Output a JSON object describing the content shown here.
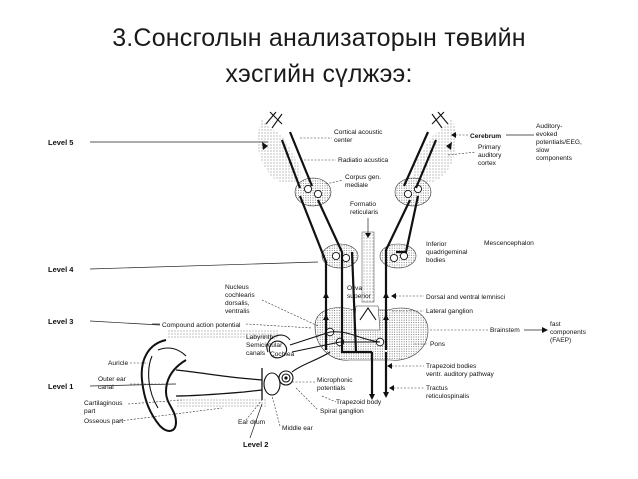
{
  "slide": {
    "title_line1": "3.Сонсголын анализаторын төвийн",
    "title_line2": "хэсгийн сүлжээ:"
  },
  "levels": {
    "level5": "Level 5",
    "level4": "Level 4",
    "level3": "Level 3",
    "level1": "Level 1",
    "level2": "Level 2"
  },
  "labels": {
    "cortical": [
      "Cortical acoustic",
      "center"
    ],
    "radiatio": "Radiatio acustica",
    "corpus": [
      "Corpus gen.",
      "mediale"
    ],
    "formatio": [
      "Formatio",
      "reticularis"
    ],
    "cerebrum": "Cerebrum",
    "auditory_evoked": [
      "Auditory-",
      "evoked",
      "potentials/EEG,",
      "slow",
      "components"
    ],
    "primary": [
      "Primary",
      "auditory",
      "cortex"
    ],
    "inferior": [
      "Inferior",
      "quadrigeminal",
      "bodies"
    ],
    "mesencephalon": "Mescencephalon",
    "nucleus": [
      "Nucleus",
      "cochlearis",
      "dorsalis,",
      "ventralis"
    ],
    "oliva": [
      "Oliva",
      "superior"
    ],
    "lemnisci": "Dorsal and ventral lemnisci",
    "lateral_ganglion": "Lateral ganglion",
    "compound": "Compound action potential",
    "labyrinth": [
      "Labyrinth:",
      "Semicircular",
      "canals"
    ],
    "cochlea": "Cochlea",
    "brainstem": "Brainstem",
    "fast": [
      "fast",
      "components",
      "(FAEP)"
    ],
    "pons": "Pons",
    "auricle": "Auricle",
    "outer_ear": [
      "Outer ear",
      "canal"
    ],
    "trapezoid_bodies": [
      "Trapezoid bodies",
      "ventr. auditory pathway"
    ],
    "microphonic": [
      "Microphonic",
      "potentials"
    ],
    "tractus": [
      "Tractus",
      "reticulospinalis"
    ],
    "cartilaginous": [
      "Cartilaginous",
      "part"
    ],
    "osseous": "Osseous part",
    "trapezoid_body": "Trapezoid body",
    "spiral": "Spiral ganglion",
    "ear_drum": "Ear drum",
    "middle_ear": "Middle ear"
  }
}
